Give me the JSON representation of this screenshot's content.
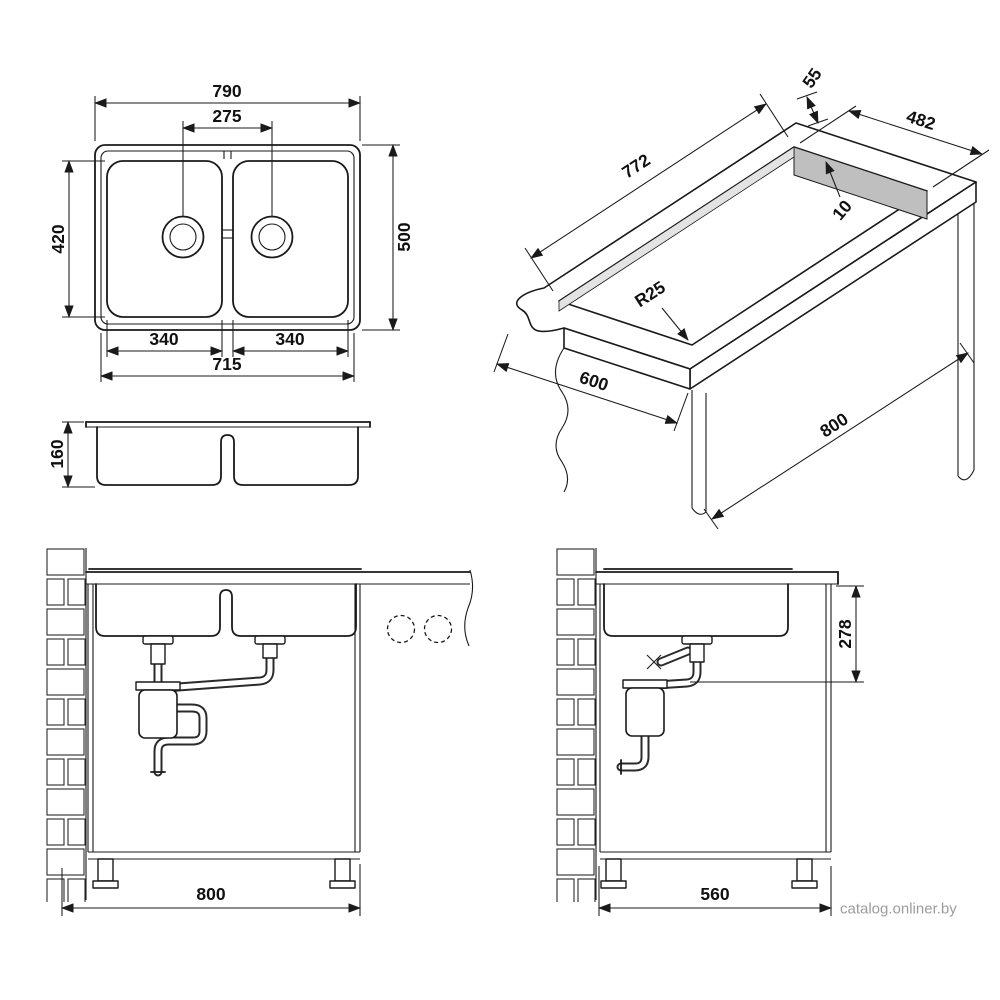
{
  "colors": {
    "ink": "#1a1a1a",
    "shade": "#bfbfbf",
    "watermark_gray": "#9c9c9c",
    "background": "#ffffff"
  },
  "plan": {
    "d790": "790",
    "d275": "275",
    "d420": "420",
    "d500": "500",
    "d340a": "340",
    "d340b": "340",
    "d715": "715"
  },
  "profile": {
    "d160": "160"
  },
  "iso": {
    "d55": "55",
    "d482": "482",
    "d772": "772",
    "d10": "10",
    "r25": "R25",
    "d600": "600",
    "d800": "800"
  },
  "front": {
    "d800": "800"
  },
  "side": {
    "d278": "278",
    "d560": "560"
  },
  "watermark": {
    "text": "catalog.onliner.by"
  }
}
